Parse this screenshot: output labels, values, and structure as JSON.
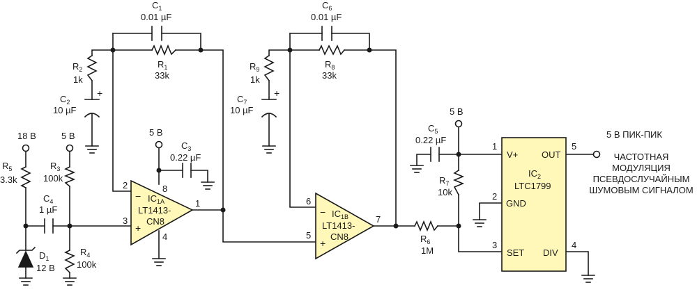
{
  "components": {
    "C1": {
      "ref": "C",
      "sub": "1",
      "value": "0.01 µF"
    },
    "R1": {
      "ref": "R",
      "sub": "1",
      "value": "33k"
    },
    "R2": {
      "ref": "R",
      "sub": "2",
      "value": "1k"
    },
    "C2": {
      "ref": "C",
      "sub": "2",
      "value": "10 µF"
    },
    "C3": {
      "ref": "C",
      "sub": "3",
      "value": "0.22 µF"
    },
    "R3": {
      "ref": "R",
      "sub": "3",
      "value": "100k"
    },
    "R4": {
      "ref": "R",
      "sub": "4",
      "value": "100k"
    },
    "C4": {
      "ref": "C",
      "sub": "4",
      "value": "1 µF"
    },
    "R5": {
      "ref": "R",
      "sub": "5",
      "value": "3.3k"
    },
    "D1": {
      "ref": "D",
      "sub": "1",
      "value": "12 В"
    },
    "C5": {
      "ref": "C",
      "sub": "5",
      "value": "0.22 µF"
    },
    "C6": {
      "ref": "C",
      "sub": "6",
      "value": "0.01 µF"
    },
    "R6": {
      "ref": "R",
      "sub": "6",
      "value": "1M"
    },
    "R7": {
      "ref": "R",
      "sub": "7",
      "value": "10k"
    },
    "C7": {
      "ref": "C",
      "sub": "7",
      "value": "10 µF"
    },
    "R8": {
      "ref": "R",
      "sub": "8",
      "value": "33k"
    },
    "R9": {
      "ref": "R",
      "sub": "9",
      "value": "1k"
    }
  },
  "ic1a": {
    "ref": "IC",
    "sub": "1A",
    "part_a": "LT1413-",
    "part_b": "CN8",
    "pins": {
      "inv": "2",
      "noninv": "3",
      "out": "1",
      "vplus": "8",
      "gnd": "4"
    }
  },
  "ic1b": {
    "ref": "IC",
    "sub": "1B",
    "part_a": "LT1413-",
    "part_b": "CN8",
    "pins": {
      "inv": "6",
      "noninv": "5",
      "out": "7"
    }
  },
  "ic2": {
    "ref": "IC",
    "sub": "2",
    "part": "LTC1799",
    "pin_labels": {
      "vplus": "V+",
      "out": "OUT",
      "gnd": "GND",
      "set": "SET",
      "div": "DIV"
    },
    "pins": {
      "vplus": "1",
      "gnd": "2",
      "set": "3",
      "div": "4",
      "out": "5"
    }
  },
  "supplies": {
    "v18": "18 В",
    "v5_r3": "5 В",
    "v5_ic1": "5 В",
    "v5_ic2": "5 В"
  },
  "opamp_signs": {
    "minus": "−",
    "plus": "+"
  },
  "cap_polarity": "+",
  "output": {
    "level": "5 В ПИК-ПИК",
    "lines": [
      "ЧАСТОТНАЯ",
      "МОДУЛЯЦИЯ",
      "ПСЕВДОСЛУЧАЙНЫМ",
      "ШУМОВЫМ СИГНАЛОМ"
    ]
  }
}
